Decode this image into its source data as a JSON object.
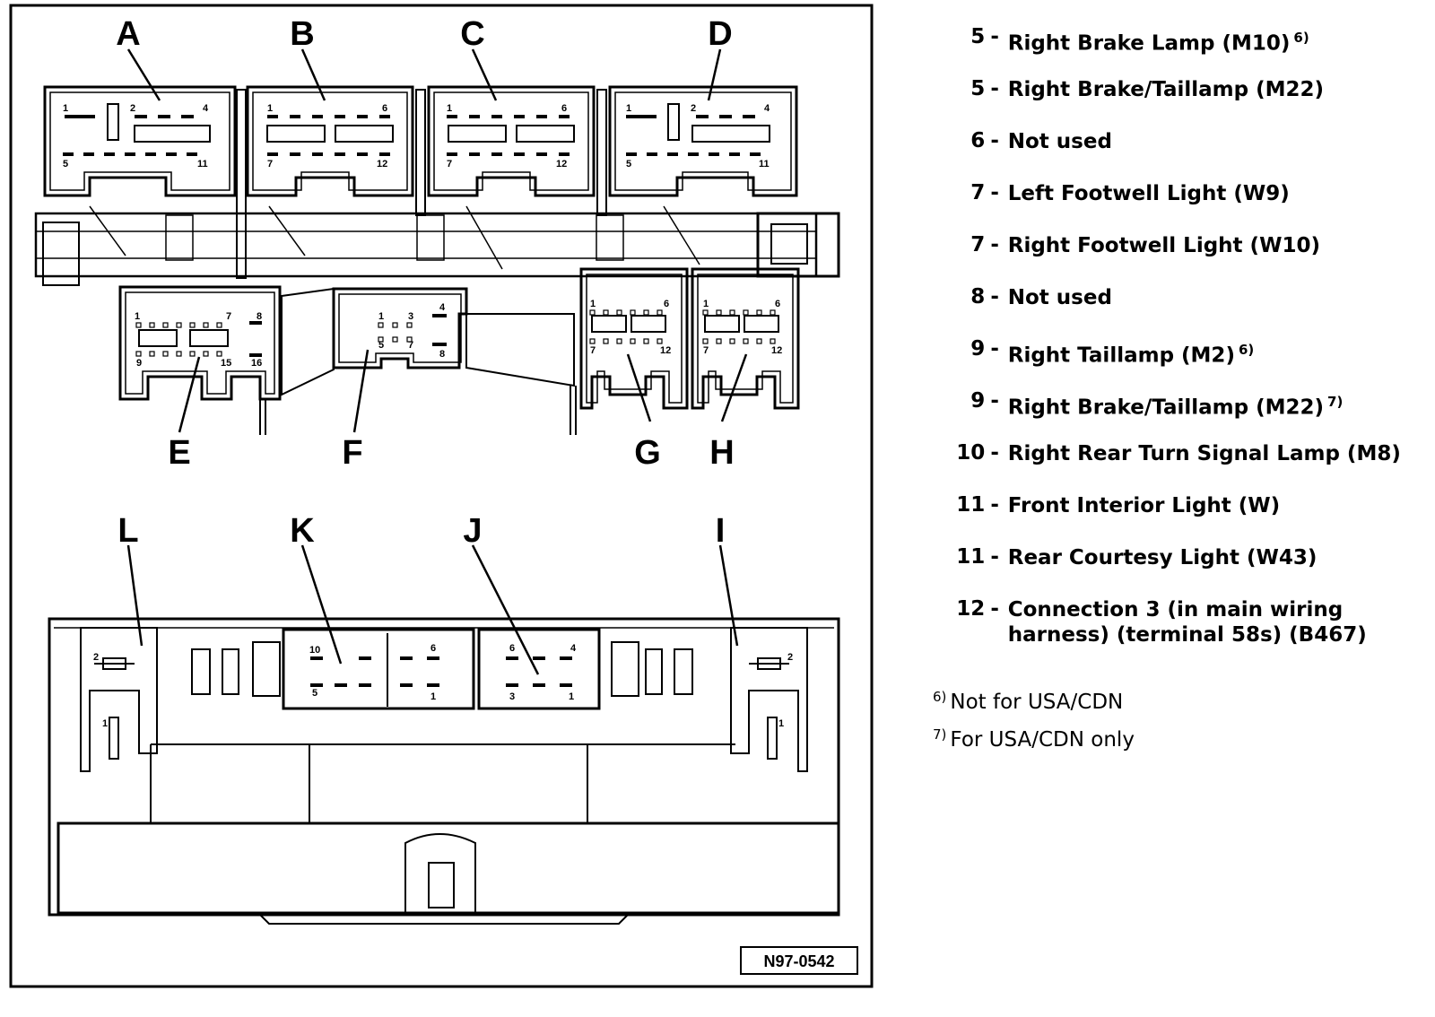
{
  "diagram": {
    "top_letters": [
      "A",
      "B",
      "C",
      "D",
      "E",
      "F",
      "G",
      "H"
    ],
    "bottom_letters": [
      "L",
      "K",
      "J",
      "I"
    ],
    "connectors": {
      "A": [
        "1",
        "2",
        "4",
        "5",
        "11"
      ],
      "B": [
        "1",
        "6",
        "7",
        "12"
      ],
      "C": [
        "1",
        "6",
        "7",
        "12"
      ],
      "D": [
        "1",
        "2",
        "4",
        "5",
        "11"
      ],
      "E": [
        "1",
        "7",
        "8",
        "9",
        "15",
        "16"
      ],
      "F": [
        "1",
        "3",
        "4",
        "5",
        "7",
        "8"
      ],
      "G": [
        "1",
        "6",
        "7",
        "12"
      ],
      "H": [
        "1",
        "6",
        "7",
        "12"
      ],
      "K": [
        "10",
        "5",
        "6",
        "1"
      ],
      "J": [
        "6",
        "4",
        "3",
        "1"
      ],
      "L": [
        "2",
        "1"
      ],
      "I": [
        "2",
        "1"
      ]
    },
    "figure_id": "N97-0542"
  },
  "legend": [
    {
      "num": "5",
      "desc": "Right Brake Lamp (M10)",
      "fn": "6)"
    },
    {
      "num": "5",
      "desc": "Right Brake/Taillamp (M22)",
      "fn": ""
    },
    {
      "num": "6",
      "desc": "Not used",
      "fn": ""
    },
    {
      "num": "7",
      "desc": "Left Footwell Light (W9)",
      "fn": ""
    },
    {
      "num": "7",
      "desc": "Right Footwell Light (W10)",
      "fn": ""
    },
    {
      "num": "8",
      "desc": "Not used",
      "fn": ""
    },
    {
      "num": "9",
      "desc": "Right Taillamp (M2)",
      "fn": "6)"
    },
    {
      "num": "9",
      "desc": "Right Brake/Taillamp (M22)",
      "fn": "7)"
    },
    {
      "num": "10",
      "desc": "Right Rear Turn Signal Lamp (M8)",
      "fn": ""
    },
    {
      "num": "11",
      "desc": "Front Interior Light (W)",
      "fn": ""
    },
    {
      "num": "11",
      "desc": "Rear Courtesy Light (W43)",
      "fn": ""
    },
    {
      "num": "12",
      "desc": "Connection 3 (in main wiring harness) (terminal 58s) (B467)",
      "fn": ""
    }
  ],
  "footnotes": [
    {
      "mark": "6)",
      "text": "Not for USA/CDN"
    },
    {
      "mark": "7)",
      "text": "For USA/CDN only"
    }
  ]
}
